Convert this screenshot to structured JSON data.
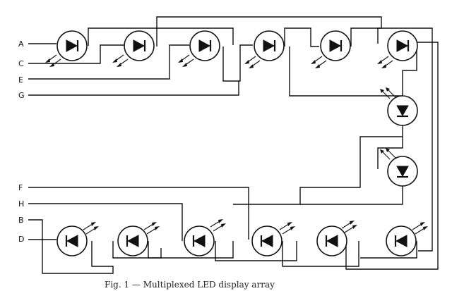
{
  "inputs_top": [
    "A",
    "C",
    "E",
    "G"
  ],
  "inputs_bottom": [
    "F",
    "H",
    "B",
    "D"
  ],
  "caption": "Fig. 1 — Multiplexed LED display array"
}
